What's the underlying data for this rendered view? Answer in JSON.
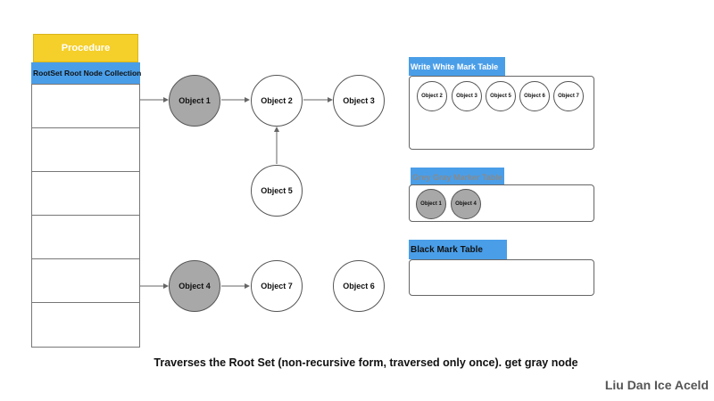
{
  "procedure": {
    "label": "Procedure"
  },
  "root_set": {
    "header": "RootSet Root Node Collection",
    "cell_count": 6
  },
  "nodes": {
    "object_1": "Object 1",
    "object_2": "Object 2",
    "object_3": "Object 3",
    "object_5": "Object 5",
    "object_4": "Object 4",
    "object_7": "Object 7",
    "object_6": "Object 6"
  },
  "white_table": {
    "title": "Write White Mark Table",
    "items": [
      "Object 2",
      "Object 3",
      "Object 5",
      "Object 6",
      "Object 7"
    ]
  },
  "gray_table": {
    "title": "Grey Gray Marker Table",
    "items": [
      "Object 1",
      "Object 4"
    ]
  },
  "black_table": {
    "title": "Black Mark Table",
    "items": []
  },
  "caption": "Traverses the Root Set (non-recursive form, traversed only once). get gray node",
  "watermark": "Liu Dan Ice Aceld",
  "colors": {
    "procedure": "#f5cf2a",
    "header_blue": "#4a9ee8",
    "gray_node": "#a8a8a8",
    "white_node": "#ffffff"
  }
}
